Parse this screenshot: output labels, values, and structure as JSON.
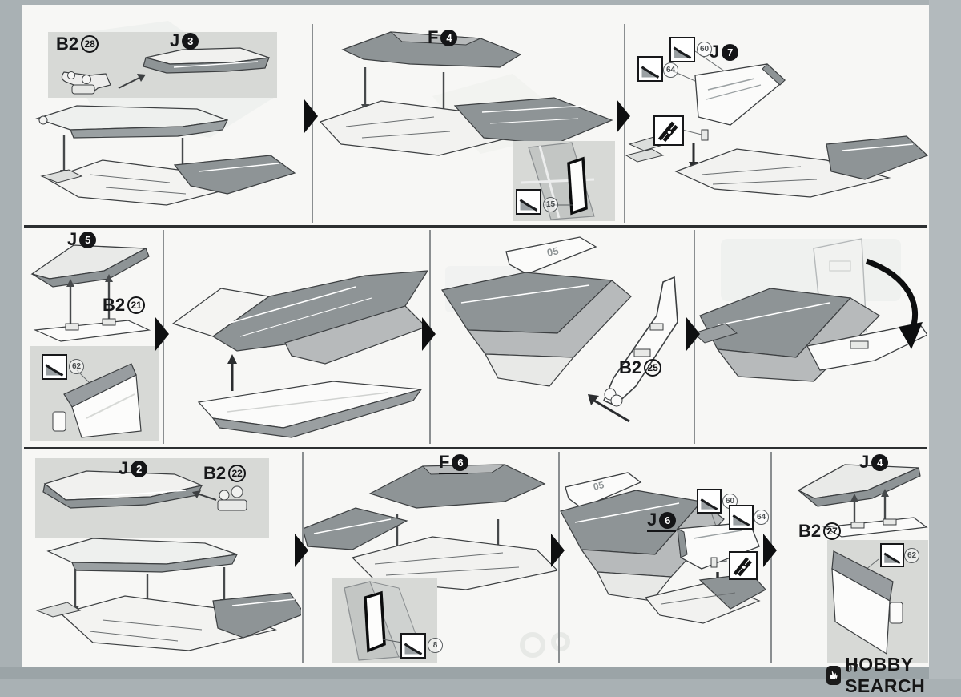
{
  "page": {
    "number": "07"
  },
  "watermark": {
    "brand": "HOBBY SEARCH"
  },
  "steps": {
    "r1p1": {
      "part_b2": "B2",
      "part_b2_num": "28",
      "part_j": "J",
      "part_j_num": "3"
    },
    "r1p2": {
      "part_f": "F",
      "part_f_num": "4",
      "sticker_num": "15"
    },
    "r1p3": {
      "part_j": "J",
      "part_j_num": "7",
      "sticker_a": "60",
      "sticker_b": "64"
    },
    "r2p1": {
      "part_j": "J",
      "part_j_num": "5",
      "part_b2": "B2",
      "part_b2_num": "21",
      "sticker_num": "62"
    },
    "r2p3": {
      "part_b2": "B2",
      "part_b2_num": "25",
      "fin_marking": "05"
    },
    "r3p1": {
      "part_j": "J",
      "part_j_num": "2",
      "part_b2": "B2",
      "part_b2_num": "22"
    },
    "r3p2": {
      "part_f": "F",
      "part_f_num": "6",
      "sticker_num": "8"
    },
    "r3p3": {
      "part_j": "J",
      "part_j_num": "6",
      "sticker_a": "60",
      "sticker_b": "64",
      "fin_marking": "05"
    },
    "r3p4": {
      "part_j": "J",
      "part_j_num": "4",
      "part_b2": "B2",
      "part_b2_num": "27",
      "sticker_num": "62"
    }
  }
}
